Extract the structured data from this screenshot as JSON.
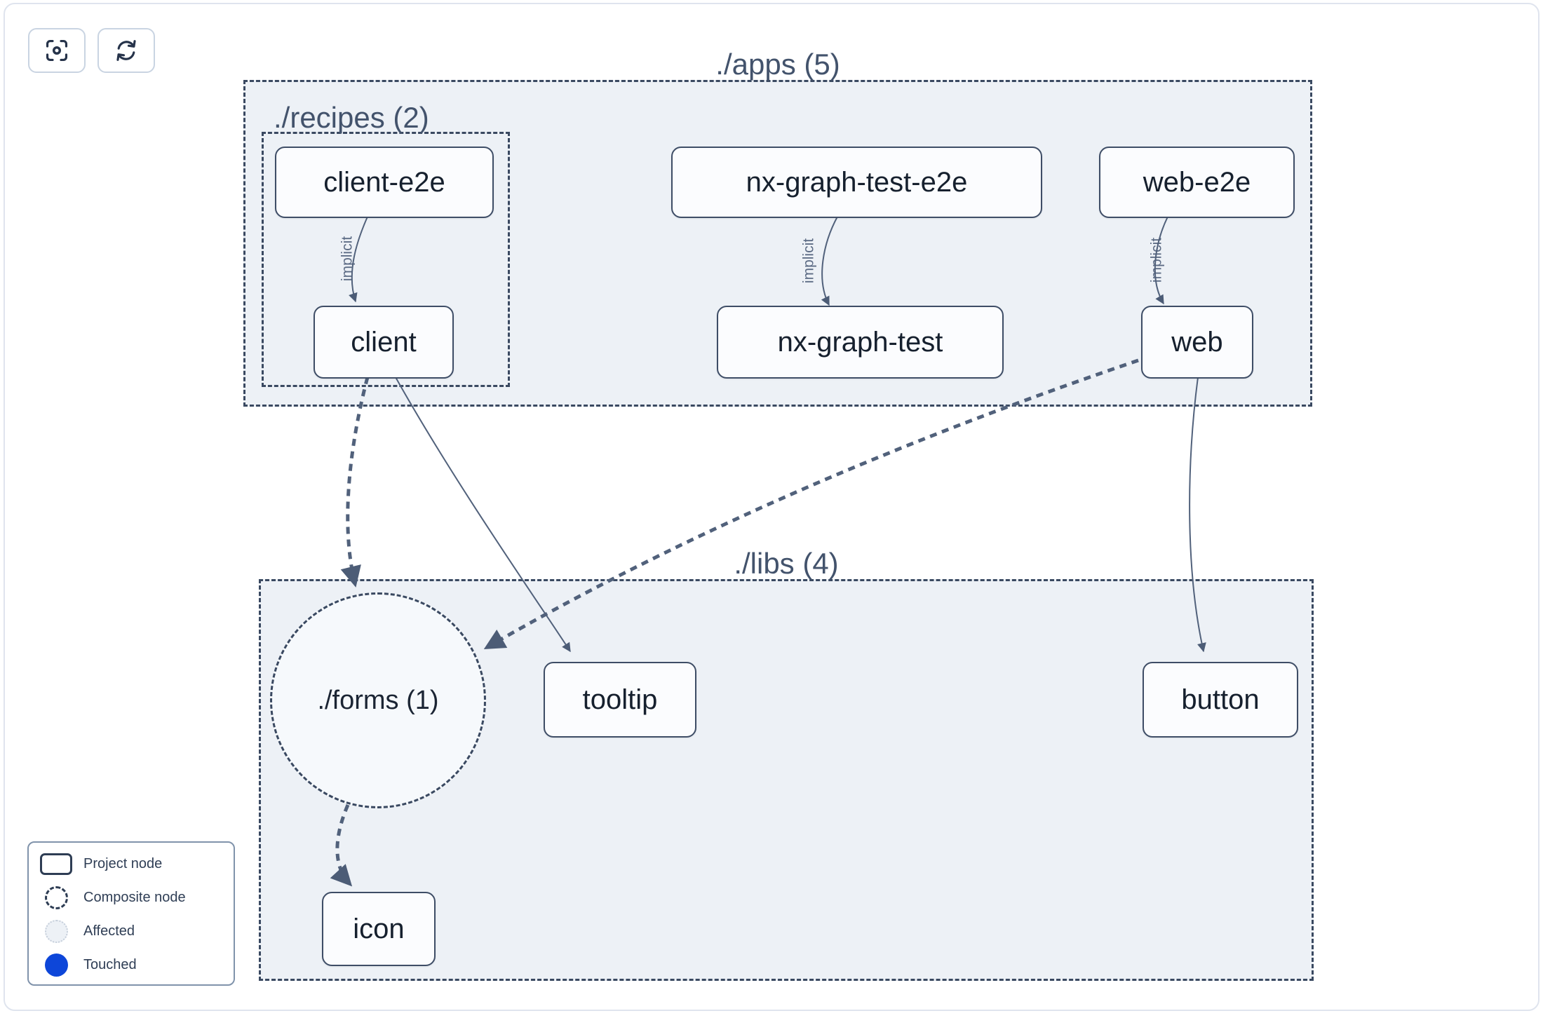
{
  "toolbar": {
    "buttons": [
      {
        "name": "focus",
        "icon": "focus-crosshair-icon"
      },
      {
        "name": "refresh",
        "icon": "refresh-cycle-icon"
      }
    ]
  },
  "graph": {
    "containers": {
      "apps": "./apps (5)",
      "recipes": "./recipes (2)",
      "libs": "./libs (4)"
    },
    "composite": {
      "forms": "./forms (1)"
    },
    "nodes": {
      "client_e2e": "client-e2e",
      "nx_graph_test_e2e": "nx-graph-test-e2e",
      "web_e2e": "web-e2e",
      "client": "client",
      "nx_graph_test": "nx-graph-test",
      "web": "web",
      "tooltip": "tooltip",
      "button": "button",
      "icon": "icon"
    },
    "edges": [
      {
        "from": "client-e2e",
        "to": "client",
        "label": "implicit",
        "style": "thin-arrow"
      },
      {
        "from": "nx-graph-test-e2e",
        "to": "nx-graph-test",
        "label": "implicit",
        "style": "thin-arrow"
      },
      {
        "from": "web-e2e",
        "to": "web",
        "label": "implicit",
        "style": "thin-arrow"
      },
      {
        "from": "client",
        "to": "./forms (1)",
        "label": "",
        "style": "thick-dashed-arrow"
      },
      {
        "from": "client",
        "to": "tooltip",
        "label": "",
        "style": "thin-arrow"
      },
      {
        "from": "web",
        "to": "./forms (1)",
        "label": "",
        "style": "thick-dashed-arrow"
      },
      {
        "from": "web",
        "to": "button",
        "label": "",
        "style": "thin-arrow"
      },
      {
        "from": "./forms (1)",
        "to": "icon",
        "label": "",
        "style": "thick-dashed-arrow"
      }
    ]
  },
  "legend": {
    "items": [
      {
        "label": "Project node",
        "swatch": "project-rect"
      },
      {
        "label": "Composite node",
        "swatch": "composite-dashed-circle"
      },
      {
        "label": "Affected",
        "swatch": "affected-light-circle"
      },
      {
        "label": "Touched",
        "swatch": "touched-blue-circle"
      }
    ]
  },
  "colors": {
    "container_fill": "#edf1f6",
    "node_border": "#3e4d66",
    "node_text": "#16202e",
    "edge": "#51617b",
    "edge_label": "#5d6c85",
    "touched_blue": "#0d46d9",
    "affected_fill": "#edf1f6",
    "canvas_border": "#dfe4ee"
  }
}
